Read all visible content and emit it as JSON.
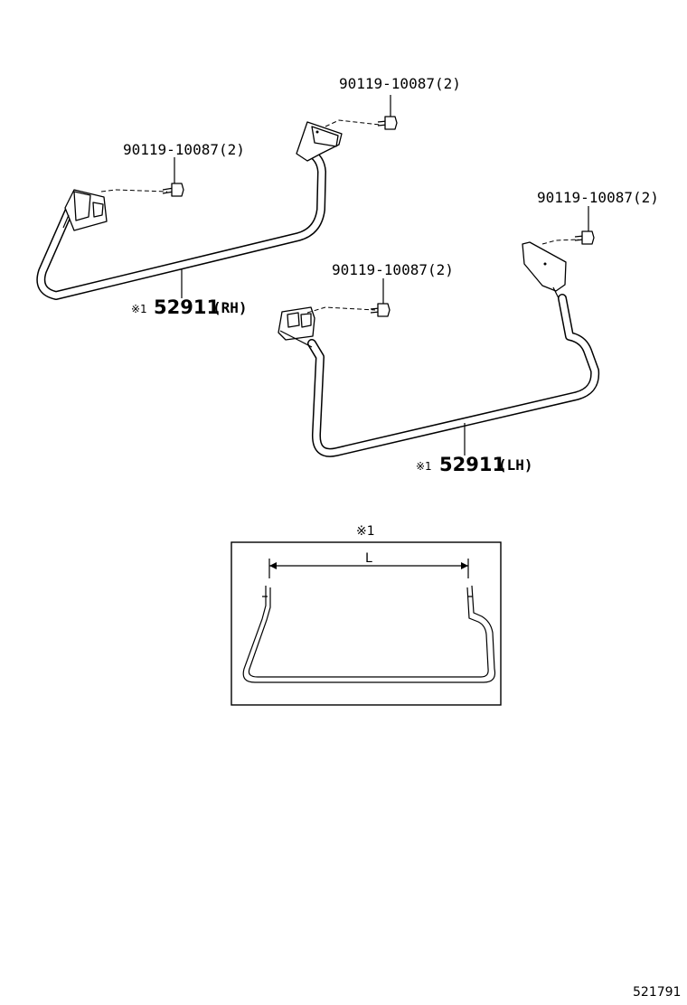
{
  "labels": {
    "bolt_rh_right": "90119-10087(2)",
    "bolt_rh_left": "90119-10087(2)",
    "bolt_lh_right": "90119-10087(2)",
    "bolt_lh_left": "90119-10087(2)",
    "note_mark": "※1",
    "part_number": "52911",
    "rh_side": "(RH)",
    "lh_side": "(LH)",
    "detail_note": "※1",
    "dimension_label": "L",
    "figure_id": "521791"
  }
}
